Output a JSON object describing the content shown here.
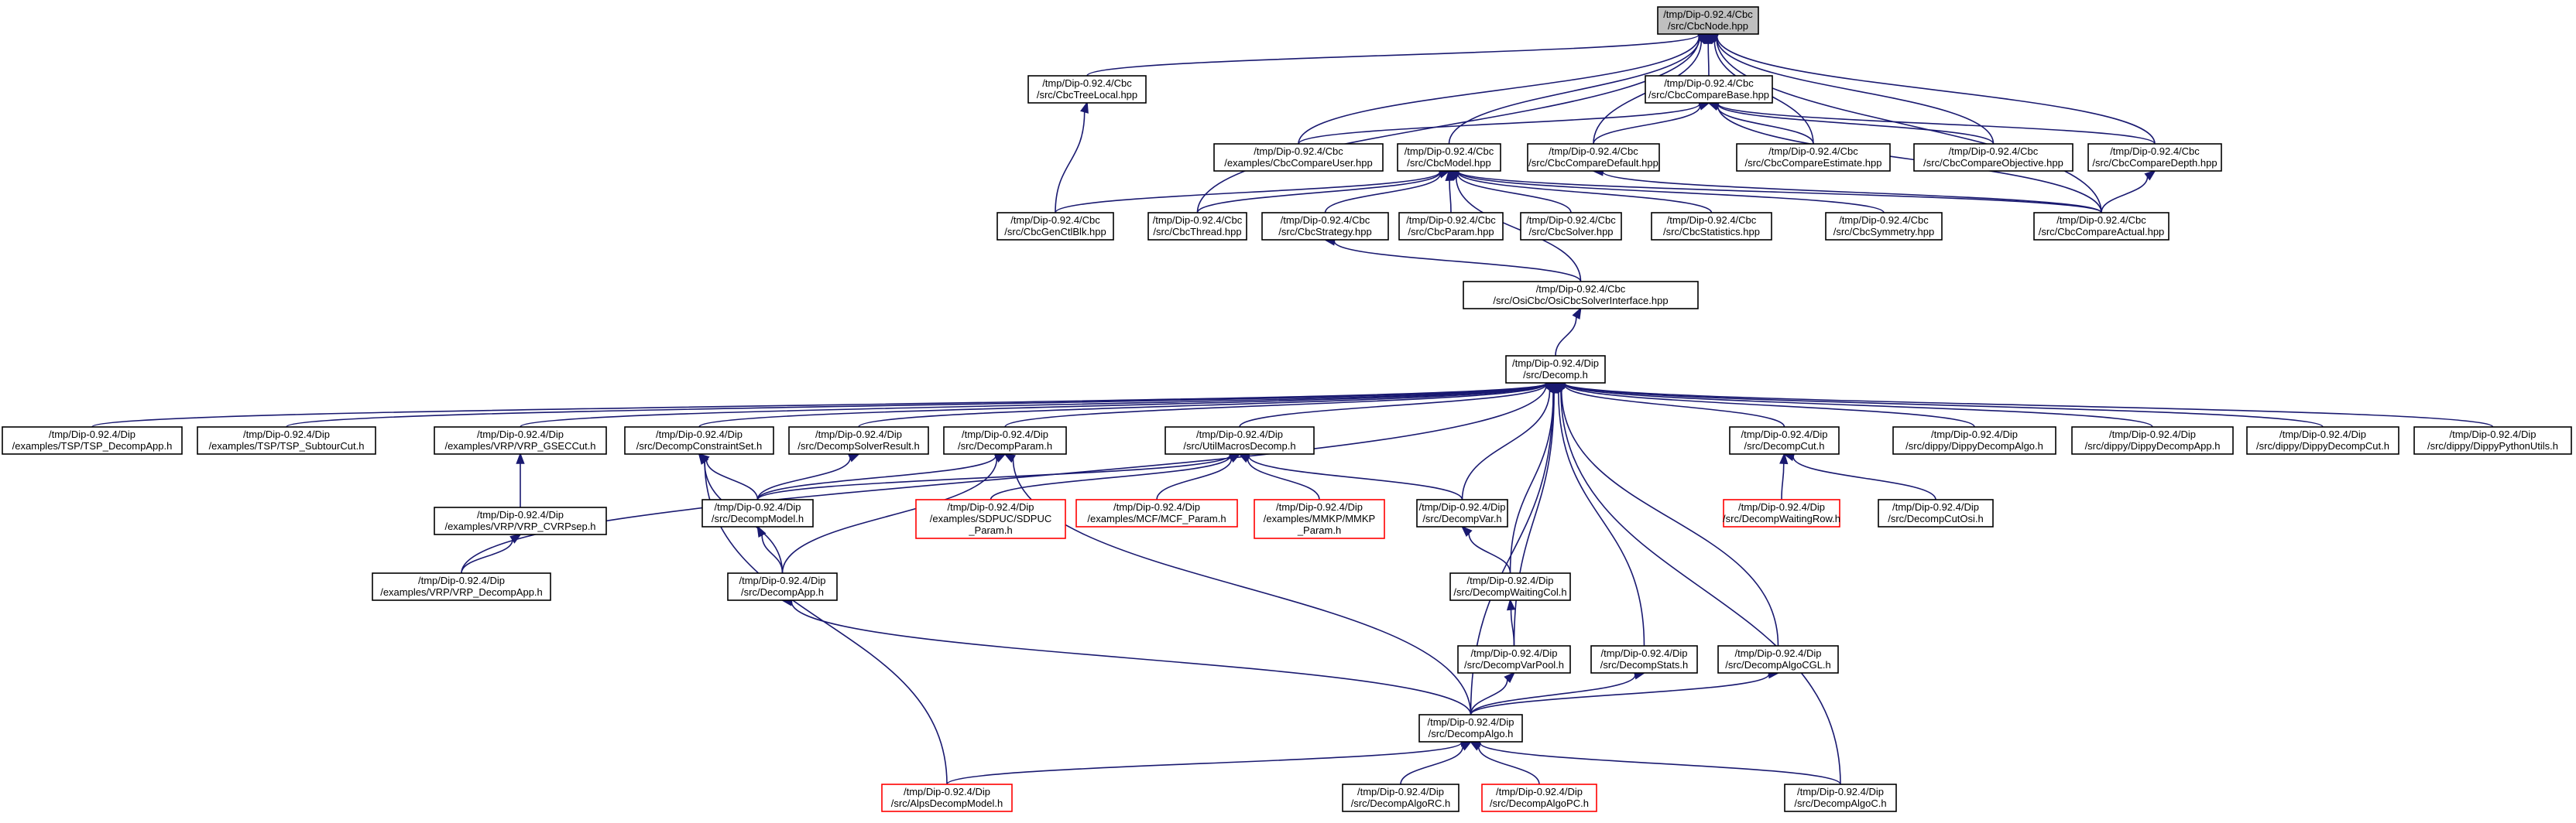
{
  "colors": {
    "edge": "#191970",
    "border": "#000000",
    "truncated_border": "#ff0000",
    "root_fill": "#bfbfbf",
    "fill": "#ffffff"
  },
  "nodes": [
    {
      "id": "n0",
      "lines": [
        "/tmp/Dip-0.92.4/Cbc",
        "/src/CbcNode.hpp"
      ],
      "root": true
    },
    {
      "id": "n1",
      "lines": [
        "/tmp/Dip-0.92.4/Cbc",
        "/src/CbcTreeLocal.hpp"
      ]
    },
    {
      "id": "n2",
      "lines": [
        "/tmp/Dip-0.92.4/Cbc",
        "/src/CbcCompareBase.hpp"
      ]
    },
    {
      "id": "n3",
      "lines": [
        "/tmp/Dip-0.92.4/Cbc",
        "/examples/CbcCompareUser.hpp"
      ]
    },
    {
      "id": "n4",
      "lines": [
        "/tmp/Dip-0.92.4/Cbc",
        "/src/CbcModel.hpp"
      ]
    },
    {
      "id": "n5",
      "lines": [
        "/tmp/Dip-0.92.4/Cbc",
        "/src/CbcCompareDefault.hpp"
      ]
    },
    {
      "id": "n6",
      "lines": [
        "/tmp/Dip-0.92.4/Cbc",
        "/src/CbcCompareEstimate.hpp"
      ]
    },
    {
      "id": "n7",
      "lines": [
        "/tmp/Dip-0.92.4/Cbc",
        "/src/CbcCompareObjective.hpp"
      ]
    },
    {
      "id": "n8",
      "lines": [
        "/tmp/Dip-0.92.4/Cbc",
        "/src/CbcCompareDepth.hpp"
      ]
    },
    {
      "id": "n9",
      "lines": [
        "/tmp/Dip-0.92.4/Cbc",
        "/src/CbcGenCtlBlk.hpp"
      ]
    },
    {
      "id": "n10",
      "lines": [
        "/tmp/Dip-0.92.4/Cbc",
        "/src/CbcThread.hpp"
      ]
    },
    {
      "id": "n11",
      "lines": [
        "/tmp/Dip-0.92.4/Cbc",
        "/src/CbcStrategy.hpp"
      ]
    },
    {
      "id": "n12",
      "lines": [
        "/tmp/Dip-0.92.4/Cbc",
        "/src/CbcParam.hpp"
      ]
    },
    {
      "id": "n13",
      "lines": [
        "/tmp/Dip-0.92.4/Cbc",
        "/src/CbcSolver.hpp"
      ]
    },
    {
      "id": "n14",
      "lines": [
        "/tmp/Dip-0.92.4/Cbc",
        "/src/CbcStatistics.hpp"
      ]
    },
    {
      "id": "n15",
      "lines": [
        "/tmp/Dip-0.92.4/Cbc",
        "/src/CbcSymmetry.hpp"
      ]
    },
    {
      "id": "n16",
      "lines": [
        "/tmp/Dip-0.92.4/Cbc",
        "/src/CbcCompareActual.hpp"
      ]
    },
    {
      "id": "n17",
      "lines": [
        "/tmp/Dip-0.92.4/Cbc",
        "/src/OsiCbc/OsiCbcSolverInterface.hpp"
      ]
    },
    {
      "id": "n18",
      "lines": [
        "/tmp/Dip-0.92.4/Dip",
        "/src/Decomp.h"
      ]
    },
    {
      "id": "n19",
      "lines": [
        "/tmp/Dip-0.92.4/Dip",
        "/examples/TSP/TSP_DecompApp.h"
      ]
    },
    {
      "id": "n20",
      "lines": [
        "/tmp/Dip-0.92.4/Dip",
        "/examples/TSP/TSP_SubtourCut.h"
      ]
    },
    {
      "id": "n21",
      "lines": [
        "/tmp/Dip-0.92.4/Dip",
        "/examples/VRP/VRP_GSECCut.h"
      ]
    },
    {
      "id": "n22",
      "lines": [
        "/tmp/Dip-0.92.4/Dip",
        "/src/DecompConstraintSet.h"
      ]
    },
    {
      "id": "n23",
      "lines": [
        "/tmp/Dip-0.92.4/Dip",
        "/src/DecompSolverResult.h"
      ]
    },
    {
      "id": "n24",
      "lines": [
        "/tmp/Dip-0.92.4/Dip",
        "/src/DecompParam.h"
      ]
    },
    {
      "id": "n25",
      "lines": [
        "/tmp/Dip-0.92.4/Dip",
        "/src/UtilMacrosDecomp.h"
      ]
    },
    {
      "id": "n26",
      "lines": [
        "/tmp/Dip-0.92.4/Dip",
        "/src/DecompCut.h"
      ]
    },
    {
      "id": "n27",
      "lines": [
        "/tmp/Dip-0.92.4/Dip",
        "/src/dippy/DippyDecompAlgo.h"
      ]
    },
    {
      "id": "n28",
      "lines": [
        "/tmp/Dip-0.92.4/Dip",
        "/src/dippy/DippyDecompApp.h"
      ]
    },
    {
      "id": "n29",
      "lines": [
        "/tmp/Dip-0.92.4/Dip",
        "/src/dippy/DippyDecompCut.h"
      ]
    },
    {
      "id": "n30",
      "lines": [
        "/tmp/Dip-0.92.4/Dip",
        "/src/dippy/DippyPythonUtils.h"
      ]
    },
    {
      "id": "n31",
      "lines": [
        "/tmp/Dip-0.92.4/Dip",
        "/examples/VRP/VRP_CVRPsep.h"
      ]
    },
    {
      "id": "n32",
      "lines": [
        "/tmp/Dip-0.92.4/Dip",
        "/src/DecompModel.h"
      ]
    },
    {
      "id": "n33",
      "lines": [
        "/tmp/Dip-0.92.4/Dip",
        "/examples/SDPUC/SDPUC",
        "_Param.h"
      ],
      "truncated": true
    },
    {
      "id": "n34",
      "lines": [
        "/tmp/Dip-0.92.4/Dip",
        "/examples/MCF/MCF_Param.h"
      ],
      "truncated": true
    },
    {
      "id": "n35",
      "lines": [
        "/tmp/Dip-0.92.4/Dip",
        "/examples/MMKP/MMKP",
        "_Param.h"
      ],
      "truncated": true
    },
    {
      "id": "n36",
      "lines": [
        "/tmp/Dip-0.92.4/Dip",
        "/src/DecompVar.h"
      ]
    },
    {
      "id": "n37",
      "lines": [
        "/tmp/Dip-0.92.4/Dip",
        "/src/DecompWaitingRow.h"
      ],
      "truncated": true
    },
    {
      "id": "n38",
      "lines": [
        "/tmp/Dip-0.92.4/Dip",
        "/src/DecompCutOsi.h"
      ]
    },
    {
      "id": "n39",
      "lines": [
        "/tmp/Dip-0.92.4/Dip",
        "/examples/VRP/VRP_DecompApp.h"
      ]
    },
    {
      "id": "n40",
      "lines": [
        "/tmp/Dip-0.92.4/Dip",
        "/src/DecompApp.h"
      ]
    },
    {
      "id": "n41",
      "lines": [
        "/tmp/Dip-0.92.4/Dip",
        "/src/DecompWaitingCol.h"
      ]
    },
    {
      "id": "n42",
      "lines": [
        "/tmp/Dip-0.92.4/Dip",
        "/src/DecompVarPool.h"
      ]
    },
    {
      "id": "n43",
      "lines": [
        "/tmp/Dip-0.92.4/Dip",
        "/src/DecompStats.h"
      ]
    },
    {
      "id": "n44",
      "lines": [
        "/tmp/Dip-0.92.4/Dip",
        "/src/DecompAlgoCGL.h"
      ]
    },
    {
      "id": "n45",
      "lines": [
        "/tmp/Dip-0.92.4/Dip",
        "/src/DecompAlgo.h"
      ]
    },
    {
      "id": "n46",
      "lines": [
        "/tmp/Dip-0.92.4/Dip",
        "/src/AlpsDecompModel.h"
      ],
      "truncated": true
    },
    {
      "id": "n47",
      "lines": [
        "/tmp/Dip-0.92.4/Dip",
        "/src/DecompAlgoRC.h"
      ]
    },
    {
      "id": "n48",
      "lines": [
        "/tmp/Dip-0.92.4/Dip",
        "/src/DecompAlgoPC.h"
      ],
      "truncated": true
    },
    {
      "id": "n49",
      "lines": [
        "/tmp/Dip-0.92.4/Dip",
        "/src/DecompAlgoC.h"
      ]
    }
  ],
  "edges": [
    [
      "n1",
      "n0"
    ],
    [
      "n2",
      "n0"
    ],
    [
      "n3",
      "n0"
    ],
    [
      "n4",
      "n0"
    ],
    [
      "n5",
      "n0"
    ],
    [
      "n6",
      "n0"
    ],
    [
      "n7",
      "n0"
    ],
    [
      "n8",
      "n0"
    ],
    [
      "n10",
      "n0"
    ],
    [
      "n16",
      "n0"
    ],
    [
      "n9",
      "n1"
    ],
    [
      "n3",
      "n2"
    ],
    [
      "n5",
      "n2"
    ],
    [
      "n6",
      "n2"
    ],
    [
      "n7",
      "n2"
    ],
    [
      "n8",
      "n2"
    ],
    [
      "n16",
      "n2"
    ],
    [
      "n9",
      "n4"
    ],
    [
      "n10",
      "n4"
    ],
    [
      "n11",
      "n4"
    ],
    [
      "n12",
      "n4"
    ],
    [
      "n13",
      "n4"
    ],
    [
      "n14",
      "n4"
    ],
    [
      "n15",
      "n4"
    ],
    [
      "n16",
      "n4"
    ],
    [
      "n17",
      "n4"
    ],
    [
      "n16",
      "n5"
    ],
    [
      "n16",
      "n8"
    ],
    [
      "n17",
      "n11"
    ],
    [
      "n18",
      "n17"
    ],
    [
      "n19",
      "n18"
    ],
    [
      "n20",
      "n18"
    ],
    [
      "n21",
      "n18"
    ],
    [
      "n22",
      "n18"
    ],
    [
      "n23",
      "n18"
    ],
    [
      "n24",
      "n18"
    ],
    [
      "n25",
      "n18"
    ],
    [
      "n26",
      "n18"
    ],
    [
      "n27",
      "n18"
    ],
    [
      "n28",
      "n18"
    ],
    [
      "n29",
      "n18"
    ],
    [
      "n30",
      "n18"
    ],
    [
      "n36",
      "n18"
    ],
    [
      "n39",
      "n18"
    ],
    [
      "n41",
      "n18"
    ],
    [
      "n42",
      "n18"
    ],
    [
      "n43",
      "n18"
    ],
    [
      "n44",
      "n18"
    ],
    [
      "n45",
      "n18"
    ],
    [
      "n49",
      "n18"
    ],
    [
      "n31",
      "n21"
    ],
    [
      "n39",
      "n31"
    ],
    [
      "n32",
      "n22"
    ],
    [
      "n40",
      "n22"
    ],
    [
      "n46",
      "n22"
    ],
    [
      "n32",
      "n23"
    ],
    [
      "n32",
      "n24"
    ],
    [
      "n40",
      "n24"
    ],
    [
      "n45",
      "n24"
    ],
    [
      "n32",
      "n25"
    ],
    [
      "n33",
      "n25"
    ],
    [
      "n34",
      "n25"
    ],
    [
      "n35",
      "n25"
    ],
    [
      "n36",
      "n25"
    ],
    [
      "n37",
      "n26"
    ],
    [
      "n38",
      "n26"
    ],
    [
      "n40",
      "n32"
    ],
    [
      "n41",
      "n36"
    ],
    [
      "n45",
      "n40"
    ],
    [
      "n42",
      "n41"
    ],
    [
      "n45",
      "n42"
    ],
    [
      "n45",
      "n43"
    ],
    [
      "n45",
      "n44"
    ],
    [
      "n46",
      "n45"
    ],
    [
      "n47",
      "n45"
    ],
    [
      "n48",
      "n45"
    ],
    [
      "n49",
      "n45"
    ]
  ]
}
